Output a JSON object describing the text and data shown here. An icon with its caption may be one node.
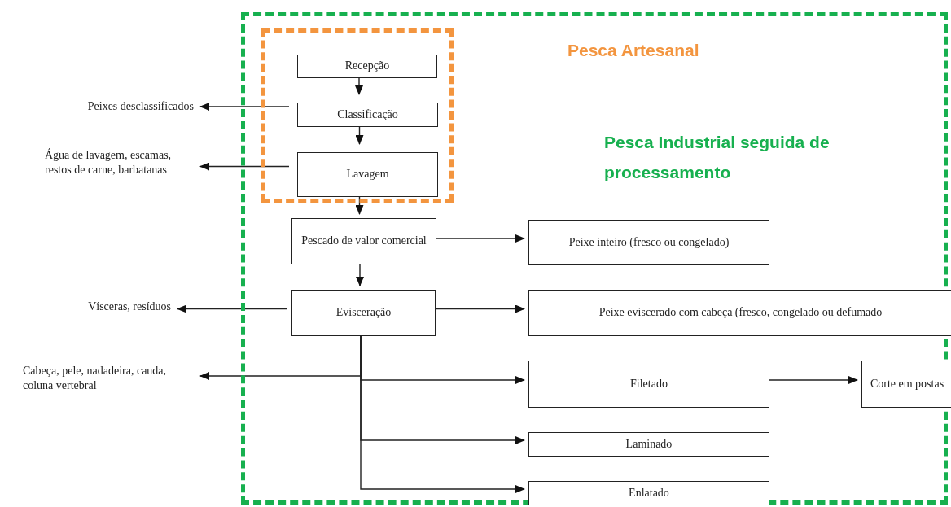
{
  "diagram": {
    "nodes": [
      {
        "text": [
          "Pesca Industrial seguida de processamento"
        ]
      },
      {
        "text": [],
        "shape": "box",
        "in": 0
      },
      {
        "text": [
          "Recepção"
        ],
        "in": 1
      },
      {
        "text": [
          "Classificação"
        ],
        "in": 1
      },
      {
        "text": [
          "Lavagem"
        ],
        "in": 1
      },
      {
        "text": [
          "Pescado de valor comercial"
        ],
        "in": 0
      },
      {
        "text": [
          "Peixe inteiro (fresco ou congelado)"
        ],
        "in": 0
      },
      {
        "text": [
          "Evisceração"
        ],
        "in": 0
      },
      {
        "text": [
          "Peixe eviscerado com cabeça (fresco, congelado ou defumado"
        ],
        "in": 0
      },
      {
        "text": [
          "Filetado"
        ],
        "in": 0
      },
      {
        "text": [
          "Corte em postas"
        ],
        "in": 0
      },
      {
        "text": [
          "Laminado"
        ],
        "in": 0
      },
      {
        "text": [
          "Enlatado"
        ],
        "in": 0
      },
      {
        "text": [
          "Peixes desclassificados"
        ]
      },
      {
        "text": [
          "Água de lavagem, escamas, restos de carne, barbatanas"
        ]
      },
      {
        "text": [
          "Vísceras, resíduos"
        ]
      },
      {
        "text": [
          "Cabeça, pele, nadadeira, cauda, coluna vertebral"
        ]
      }
    ],
    "edges": [
      {
        "from": 2,
        "to": 3,
        "arrow": "to"
      },
      {
        "from": 3,
        "to": 4,
        "arrow": "to"
      },
      {
        "from": 4,
        "to": 5,
        "arrow": "to"
      },
      {
        "from": 5,
        "to": 6,
        "arrow": "to"
      },
      {
        "from": 5,
        "to": 7,
        "arrow": "to"
      },
      {
        "from": 7,
        "to": 8,
        "arrow": "to"
      },
      {
        "from": 7,
        "to": 9,
        "arrow": "to"
      },
      {
        "from": 7,
        "to": 16,
        "arrow": "to"
      },
      {
        "from": 9,
        "to": 10,
        "arrow": "to"
      },
      {
        "from": 7,
        "to": 11,
        "arrow": "to"
      },
      {
        "from": 7,
        "to": 12,
        "arrow": "to"
      },
      {
        "from": 3,
        "to": 13,
        "arrow": "to"
      },
      {
        "from": 4,
        "to": 14,
        "arrow": "to"
      },
      {
        "from": 7,
        "to": 15,
        "arrow": "to"
      }
    ],
    "labels": [
      "Pesca Artesanal"
    ]
  }
}
